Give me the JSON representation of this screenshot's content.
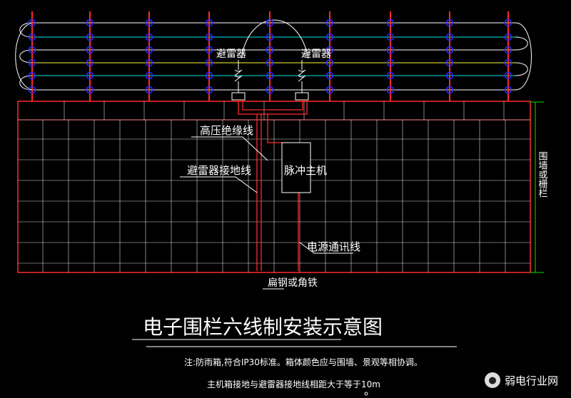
{
  "labels": {
    "arrester_left": "避雷器",
    "arrester_right": "避雷器",
    "hv_insulated_wire": "高压绝缘线",
    "arrester_ground_wire": "避雷器接地线",
    "pulse_host": "脉冲主机",
    "power_comm_line": "电源通讯线",
    "flat_steel": "扁钢或角铁",
    "wall_side": "围墙或栅栏"
  },
  "title": "电子围栏六线制安装示意图",
  "notes": {
    "line1": "注:防雨箱,符合IP30标准。箱体颜色应与围墙、景观等相协调。",
    "line2": "主机箱接地与避雷器接地线相距大于等于10m"
  },
  "watermark": "弱电行业网",
  "colors": {
    "wall": "#ff2a2a",
    "grid": "#ffffff",
    "post": "#ff2a2a",
    "insulator": "#2a2aff",
    "wire_a": "#ffffff",
    "wire_b": "#00e5e5",
    "wire_c": "#ffff33",
    "dimension": "#00e000"
  }
}
